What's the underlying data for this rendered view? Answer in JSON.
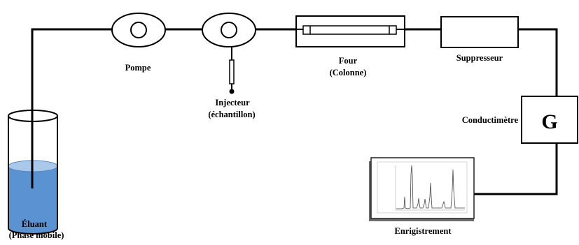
{
  "labels": {
    "pump": "Pompe",
    "injector_line1": "Injecteur",
    "injector_line2": "(échantillon)",
    "oven_line1": "Four",
    "oven_line2": "(Colonne)",
    "suppressor": "Suppresseur",
    "conductimeter": "Conductimètre",
    "detector_letter": "G",
    "recorder": "Enrigistrement",
    "eluent_line1": "Éluant",
    "eluent_line2": "(Phase mobile)"
  },
  "colors": {
    "liquid": "#5b92d2",
    "liquid_surface": "#a9c8ea",
    "line": "#000000"
  }
}
